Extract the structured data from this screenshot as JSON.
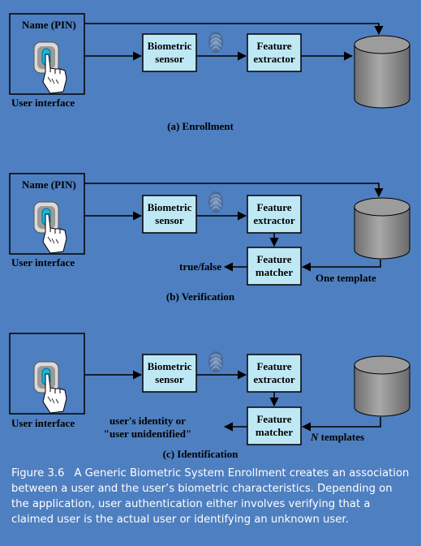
{
  "colors": {
    "background": "#4e7fc0",
    "box_fill": "#bfe8f5",
    "cylinder_fill": "#8c8c8c",
    "caption_text": "#ffffff"
  },
  "panels": [
    {
      "name_label": "Name (PIN)",
      "user_interface_label": "User interface",
      "sensor_label": [
        "Biometric",
        "sensor"
      ],
      "extractor_label": [
        "Feature",
        "extractor"
      ],
      "title": "(a) Enrollment"
    },
    {
      "name_label": "Name (PIN)",
      "user_interface_label": "User interface",
      "sensor_label": [
        "Biometric",
        "sensor"
      ],
      "extractor_label": [
        "Feature",
        "extractor"
      ],
      "matcher_label": [
        "Feature",
        "matcher"
      ],
      "result_label": "true/false",
      "template_label": "One template",
      "title": "(b) Verification"
    },
    {
      "user_interface_label": "User interface",
      "sensor_label": [
        "Biometric",
        "sensor"
      ],
      "extractor_label": [
        "Feature",
        "extractor"
      ],
      "matcher_label": [
        "Feature",
        "matcher"
      ],
      "result_label": [
        "user's identity or",
        "\"user unidentified\""
      ],
      "template_label_n": "N",
      "template_label_rest": " templates",
      "title": "(c) Identification"
    }
  ],
  "caption": {
    "number": "Figure 3.6",
    "text": "A Generic Biometric System Enrollment creates an association between a user and the user’s biometric characteristics. Depending on the application, user authentication either involves verifying that a claimed user is the actual user or identifying an unknown user."
  }
}
